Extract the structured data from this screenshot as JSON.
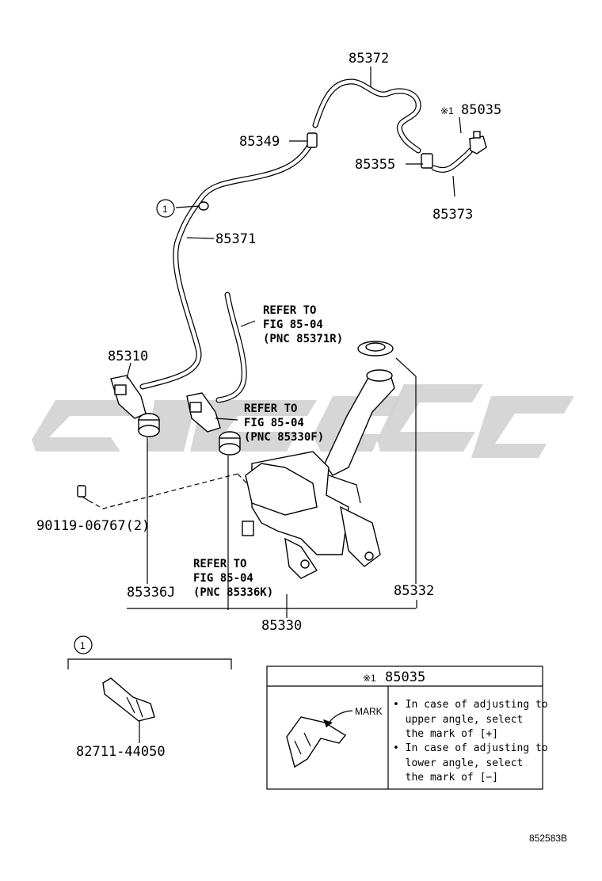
{
  "callouts": {
    "p85372": "85372",
    "p85035": "85035",
    "p85035_mark": "※1",
    "p85349": "85349",
    "p85355": "85355",
    "p85373": "85373",
    "circle1": "1",
    "p85371": "85371",
    "p85310": "85310",
    "p90119": "90119-06767(2)",
    "p85336j": "85336J",
    "p85332": "85332",
    "p85330": "85330",
    "p82711": "82711-44050"
  },
  "refs": {
    "ref1": [
      "REFER TO",
      "FIG 85-04",
      "(PNC 85371R)"
    ],
    "ref2": [
      "REFER TO",
      "FIG 85-04",
      "(PNC 85330F)"
    ],
    "ref3": [
      "REFER TO",
      "FIG 85-04",
      "(PNC 85336K)"
    ]
  },
  "inset": {
    "circle": "1",
    "part": "82711-44050"
  },
  "notebox": {
    "header_mark": "※1",
    "header_part": "85035",
    "mark_label": "MARK",
    "lines": [
      "• In case of adjusting to",
      "  upper angle, select",
      "  the mark of [+]",
      "• In case of adjusting to",
      "  lower angle, select",
      "  the mark of [−]"
    ]
  },
  "figure_id": "852583B"
}
